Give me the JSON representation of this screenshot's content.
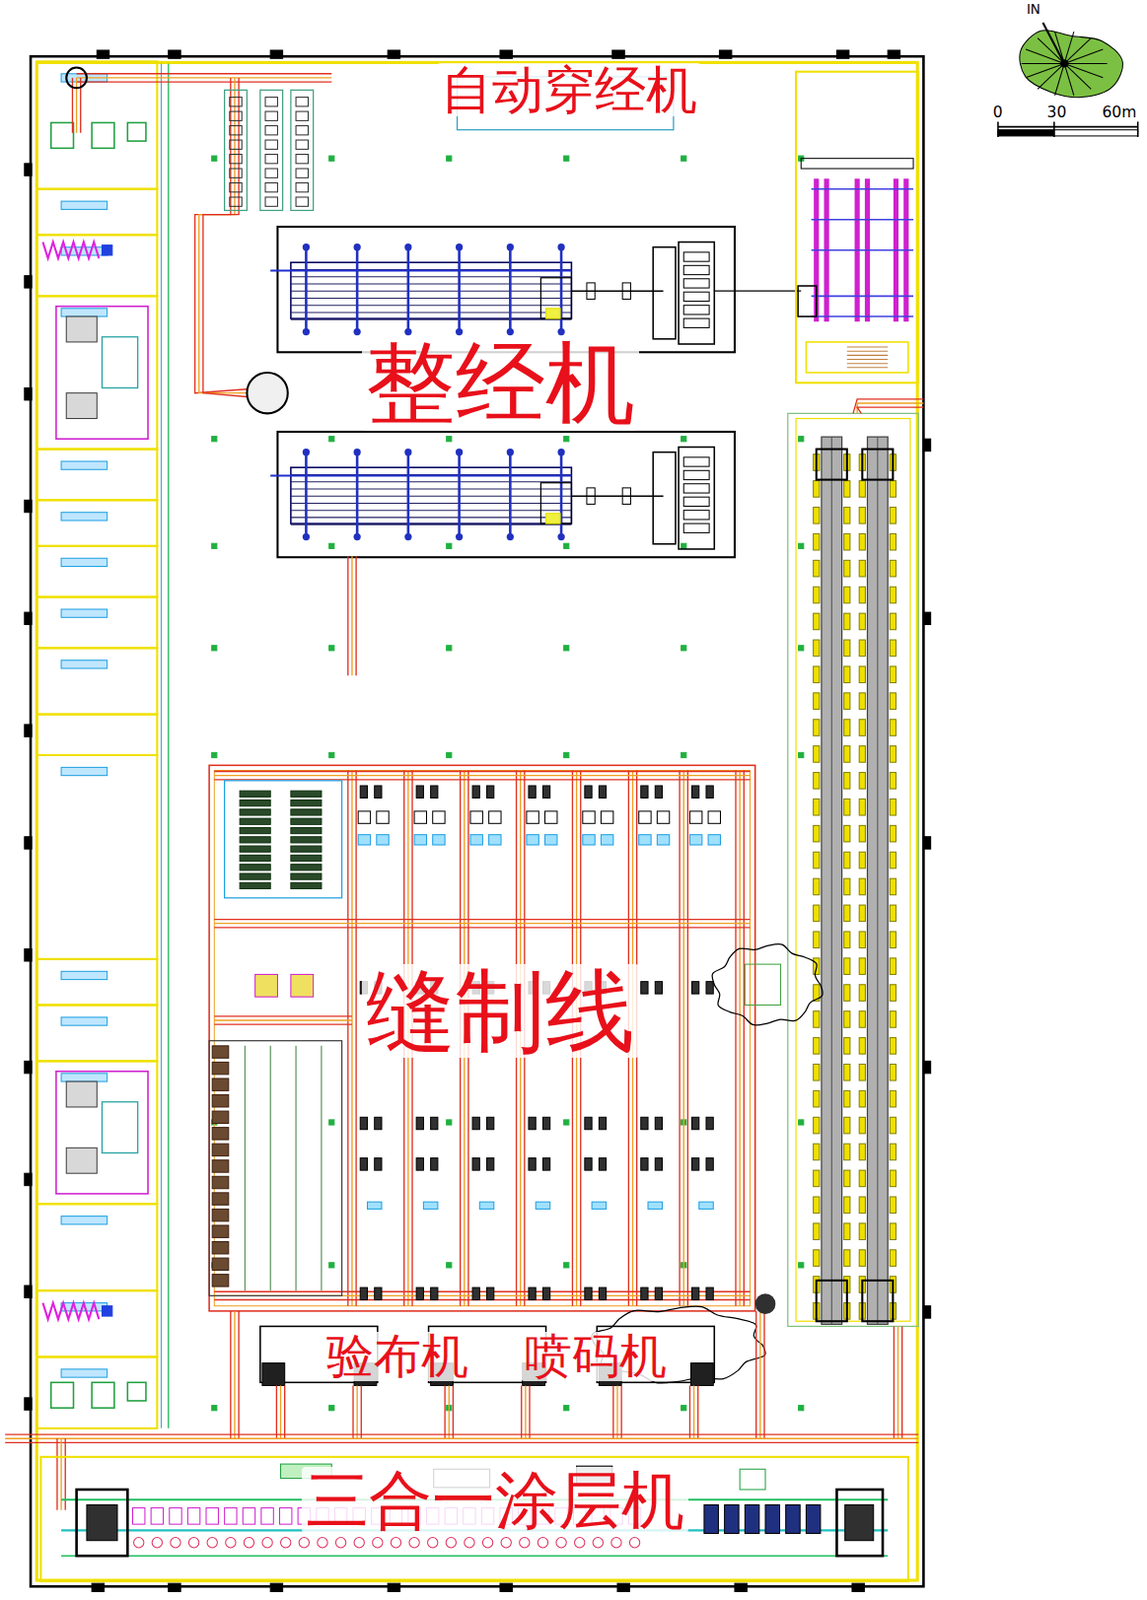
{
  "diagram": {
    "labels": [
      "自动穿经机",
      "整经机",
      "缝制线",
      "验布机",
      "喷码机",
      "三合一涂层机",
      "IN",
      "0",
      "30",
      "60m"
    ]
  }
}
